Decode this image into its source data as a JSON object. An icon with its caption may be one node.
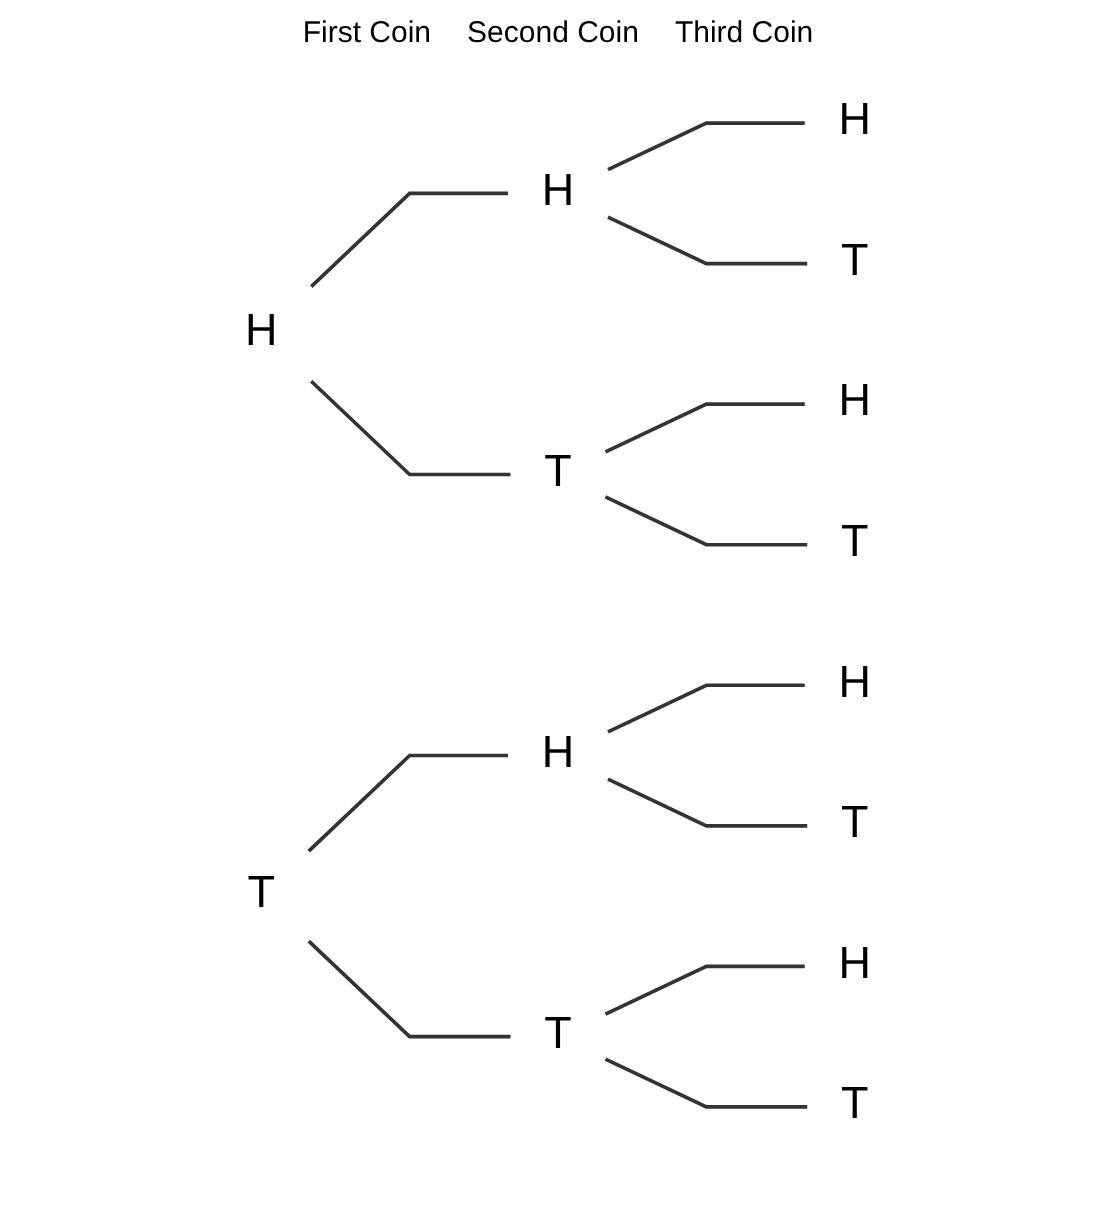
{
  "diagram": {
    "nodes": [
      {
        "text": [
          "H"
        ]
      },
      {
        "text": [
          "H"
        ]
      },
      {
        "text": [
          "H"
        ]
      },
      {
        "text": [
          "T"
        ]
      },
      {
        "text": [
          "T"
        ]
      },
      {
        "text": [
          "H"
        ]
      },
      {
        "text": [
          "T"
        ]
      },
      {
        "text": [
          "T"
        ]
      },
      {
        "text": [
          "H"
        ]
      },
      {
        "text": [
          "H"
        ]
      },
      {
        "text": [
          "T"
        ]
      },
      {
        "text": [
          "T"
        ]
      },
      {
        "text": [
          "H"
        ]
      },
      {
        "text": [
          "T"
        ]
      }
    ],
    "edges": [
      {
        "from": 0,
        "to": 1,
        "arrow": "none"
      },
      {
        "from": 1,
        "to": 2,
        "arrow": "none"
      },
      {
        "from": 1,
        "to": 3,
        "arrow": "none"
      },
      {
        "from": 0,
        "to": 4,
        "arrow": "none"
      },
      {
        "from": 4,
        "to": 5,
        "arrow": "none"
      },
      {
        "from": 4,
        "to": 6,
        "arrow": "none"
      },
      {
        "from": 7,
        "to": 8,
        "arrow": "none"
      },
      {
        "from": 8,
        "to": 9,
        "arrow": "none"
      },
      {
        "from": 8,
        "to": 10,
        "arrow": "none"
      },
      {
        "from": 7,
        "to": 11,
        "arrow": "none"
      },
      {
        "from": 11,
        "to": 12,
        "arrow": "none"
      },
      {
        "from": 11,
        "to": 13,
        "arrow": "none"
      }
    ],
    "labels": [
      "First Coin",
      "Second Coin",
      "Third Coin"
    ]
  }
}
